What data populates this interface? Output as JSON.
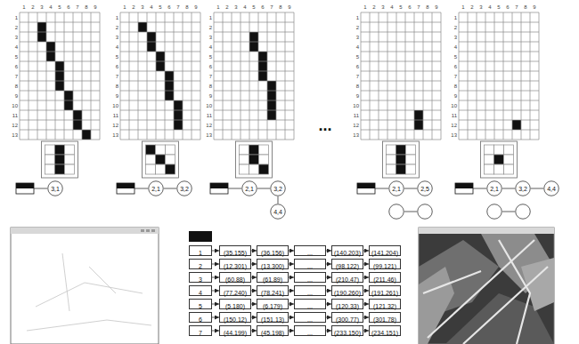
{
  "diagram": {
    "nodes": [
      {
        "text": [
          "3,1"
        ]
      },
      {
        "text": [
          "2,1"
        ]
      },
      {
        "text": [
          "3,2"
        ]
      },
      {
        "text": [
          "2,1"
        ]
      },
      {
        "text": [
          "3,2"
        ]
      },
      {
        "text": [
          "4,4"
        ]
      },
      {
        "text": [
          "2,1"
        ]
      },
      {
        "text": [
          "2,5"
        ]
      },
      {
        "text": [
          "2,1"
        ]
      },
      {
        "text": [
          "3,2"
        ]
      },
      {
        "text": [
          "4,4"
        ]
      },
      {
        "text": [
          "1"
        ]
      },
      {
        "text": [
          "(35,155)"
        ]
      },
      {
        "text": [
          "(36,156)"
        ]
      },
      {
        "text": [
          "..."
        ]
      },
      {
        "text": [
          "(140,203)"
        ]
      },
      {
        "text": [
          "(141,204)"
        ]
      },
      {
        "text": [
          "2"
        ]
      },
      {
        "text": [
          "(12,301)"
        ]
      },
      {
        "text": [
          "(13,300)"
        ]
      },
      {
        "text": [
          "..."
        ]
      },
      {
        "text": [
          "(98,122)"
        ]
      },
      {
        "text": [
          "(99,121)"
        ]
      },
      {
        "text": [
          "3"
        ]
      },
      {
        "text": [
          "(60,88)"
        ]
      },
      {
        "text": [
          "(61,89)"
        ]
      },
      {
        "text": [
          "..."
        ]
      },
      {
        "text": [
          "(210,47)"
        ]
      },
      {
        "text": [
          "(211,46)"
        ]
      },
      {
        "text": [
          "4"
        ]
      },
      {
        "text": [
          "(77,240)"
        ]
      },
      {
        "text": [
          "(78,241)"
        ]
      },
      {
        "text": [
          "..."
        ]
      },
      {
        "text": [
          "(190,260)"
        ]
      },
      {
        "text": [
          "(191,261)"
        ]
      },
      {
        "text": [
          "5"
        ]
      },
      {
        "text": [
          "(5,180)"
        ]
      },
      {
        "text": [
          "(6,179)"
        ]
      },
      {
        "text": [
          "..."
        ]
      },
      {
        "text": [
          "(120,33)"
        ]
      },
      {
        "text": [
          "(121,32)"
        ]
      },
      {
        "text": [
          "6"
        ]
      },
      {
        "text": [
          "(150,12)"
        ]
      },
      {
        "text": [
          "(151,13)"
        ]
      },
      {
        "text": [
          "..."
        ]
      },
      {
        "text": [
          "(300,77)"
        ]
      },
      {
        "text": [
          "(301,78)"
        ]
      },
      {
        "text": [
          "7"
        ]
      },
      {
        "text": [
          "(44,199)"
        ]
      },
      {
        "text": [
          "(45,198)"
        ]
      },
      {
        "text": [
          "..."
        ]
      },
      {
        "text": [
          "(233,150)"
        ]
      },
      {
        "text": [
          "(234,151)"
        ]
      }
    ],
    "edges": [
      {
        "from": 1,
        "to": 2,
        "arrow": "none"
      },
      {
        "from": 3,
        "to": 4,
        "arrow": "none"
      },
      {
        "from": 4,
        "to": 5,
        "arrow": "none"
      },
      {
        "from": 6,
        "to": 7,
        "arrow": "none"
      },
      {
        "from": 8,
        "to": 9,
        "arrow": "none"
      },
      {
        "from": 9,
        "to": 10,
        "arrow": "none"
      },
      {
        "from": 11,
        "to": 12,
        "arrow": "to"
      },
      {
        "from": 12,
        "to": 13,
        "arrow": "to"
      },
      {
        "from": 13,
        "to": 14,
        "arrow": "to"
      },
      {
        "from": 14,
        "to": 15,
        "arrow": "to"
      },
      {
        "from": 15,
        "to": 16,
        "arrow": "to"
      },
      {
        "from": 17,
        "to": 18,
        "arrow": "to"
      },
      {
        "from": 18,
        "to": 19,
        "arrow": "to"
      },
      {
        "from": 19,
        "to": 20,
        "arrow": "to"
      },
      {
        "from": 20,
        "to": 21,
        "arrow": "to"
      },
      {
        "from": 21,
        "to": 22,
        "arrow": "to"
      },
      {
        "from": 23,
        "to": 24,
        "arrow": "to"
      },
      {
        "from": 24,
        "to": 25,
        "arrow": "to"
      },
      {
        "from": 25,
        "to": 26,
        "arrow": "to"
      },
      {
        "from": 26,
        "to": 27,
        "arrow": "to"
      },
      {
        "from": 27,
        "to": 28,
        "arrow": "to"
      },
      {
        "from": 29,
        "to": 30,
        "arrow": "to"
      },
      {
        "from": 30,
        "to": 31,
        "arrow": "to"
      },
      {
        "from": 31,
        "to": 32,
        "arrow": "to"
      },
      {
        "from": 32,
        "to": 33,
        "arrow": "to"
      },
      {
        "from": 33,
        "to": 34,
        "arrow": "to"
      },
      {
        "from": 35,
        "to": 36,
        "arrow": "to"
      },
      {
        "from": 36,
        "to": 37,
        "arrow": "to"
      },
      {
        "from": 37,
        "to": 38,
        "arrow": "to"
      },
      {
        "from": 38,
        "to": 39,
        "arrow": "to"
      },
      {
        "from": 39,
        "to": 40,
        "arrow": "to"
      },
      {
        "from": 41,
        "to": 42,
        "arrow": "to"
      },
      {
        "from": 42,
        "to": 43,
        "arrow": "to"
      },
      {
        "from": 43,
        "to": 44,
        "arrow": "to"
      },
      {
        "from": 44,
        "to": 45,
        "arrow": "to"
      },
      {
        "from": 45,
        "to": 46,
        "arrow": "to"
      },
      {
        "from": 47,
        "to": 48,
        "arrow": "to"
      },
      {
        "from": 48,
        "to": 49,
        "arrow": "to"
      },
      {
        "from": 49,
        "to": 50,
        "arrow": "to"
      },
      {
        "from": 50,
        "to": 51,
        "arrow": "to"
      },
      {
        "from": 51,
        "to": 52,
        "arrow": "to"
      }
    ],
    "labels": [
      "1",
      "2",
      "3",
      "4",
      "5",
      "6",
      "7",
      "8",
      "9",
      "1",
      "2",
      "3",
      "4",
      "5",
      "6",
      "7",
      "8",
      "9",
      "10",
      "11",
      "12",
      "13",
      "1",
      "2",
      "3",
      "4",
      "5",
      "6",
      "7",
      "8",
      "9",
      "1",
      "2",
      "3",
      "4",
      "5",
      "6",
      "7",
      "8",
      "9",
      "10",
      "11",
      "12",
      "13",
      "1",
      "2",
      "3",
      "4",
      "5",
      "6",
      "7",
      "8",
      "9",
      "1",
      "2",
      "3",
      "4",
      "5",
      "6",
      "7",
      "8",
      "9",
      "10",
      "11",
      "12",
      "13",
      "1",
      "2",
      "3",
      "4",
      "5",
      "6",
      "7",
      "8",
      "9",
      "1",
      "2",
      "3",
      "4",
      "5",
      "6",
      "7",
      "8",
      "9",
      "10",
      "11",
      "12",
      "13",
      "1",
      "2",
      "3",
      "4",
      "5",
      "6",
      "7",
      "8",
      "9",
      "1",
      "2",
      "3",
      "4",
      "5",
      "6",
      "7",
      "8",
      "9",
      "10",
      "11",
      "12",
      "13",
      "..."
    ]
  }
}
